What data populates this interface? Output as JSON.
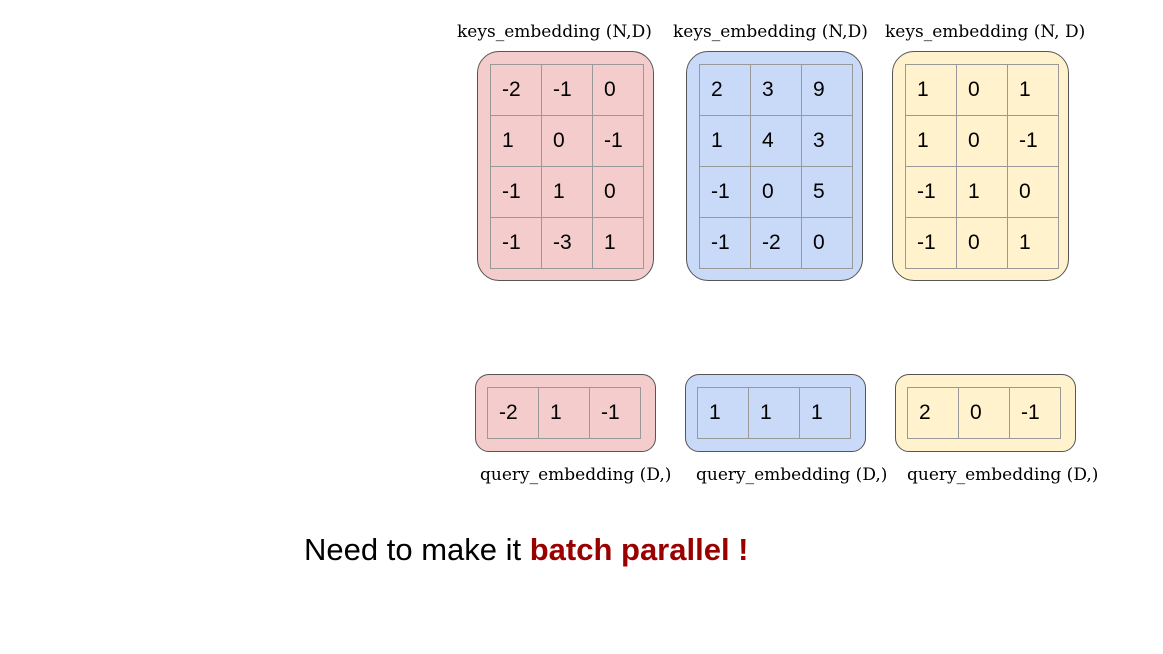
{
  "colors": {
    "pink": "#f4cccc",
    "blue": "#c9daf8",
    "yellow": "#fff2cc",
    "emphasis": "#990000"
  },
  "keys": [
    {
      "label": "keys_embedding (N,D)",
      "color": "#f4cccc",
      "cells": [
        "-2",
        "-1",
        "0",
        "1",
        "0",
        "-1",
        "-1",
        "1",
        "0",
        "-1",
        "-3",
        "1"
      ]
    },
    {
      "label": "keys_embedding (N,D)",
      "color": "#c9daf8",
      "cells": [
        "2",
        "3",
        "9",
        "1",
        "4",
        "3",
        "-1",
        "0",
        "5",
        "-1",
        "-2",
        "0"
      ]
    },
    {
      "label": "keys_embedding (N, D)",
      "color": "#fff2cc",
      "cells": [
        "1",
        "0",
        "1",
        "1",
        "0",
        "-1",
        "-1",
        "1",
        "0",
        "-1",
        "0",
        "1"
      ]
    }
  ],
  "queries": [
    {
      "label": "query_embedding (D,)",
      "color": "#f4cccc",
      "cells": [
        "-2",
        "1",
        "-1"
      ]
    },
    {
      "label": "query_embedding (D,)",
      "color": "#c9daf8",
      "cells": [
        "1",
        "1",
        "1"
      ]
    },
    {
      "label": "query_embedding (D,)",
      "color": "#fff2cc",
      "cells": [
        "2",
        "0",
        "-1"
      ]
    }
  ],
  "caption": {
    "prefix": "Need to make it ",
    "emphasis": "batch parallel !"
  }
}
